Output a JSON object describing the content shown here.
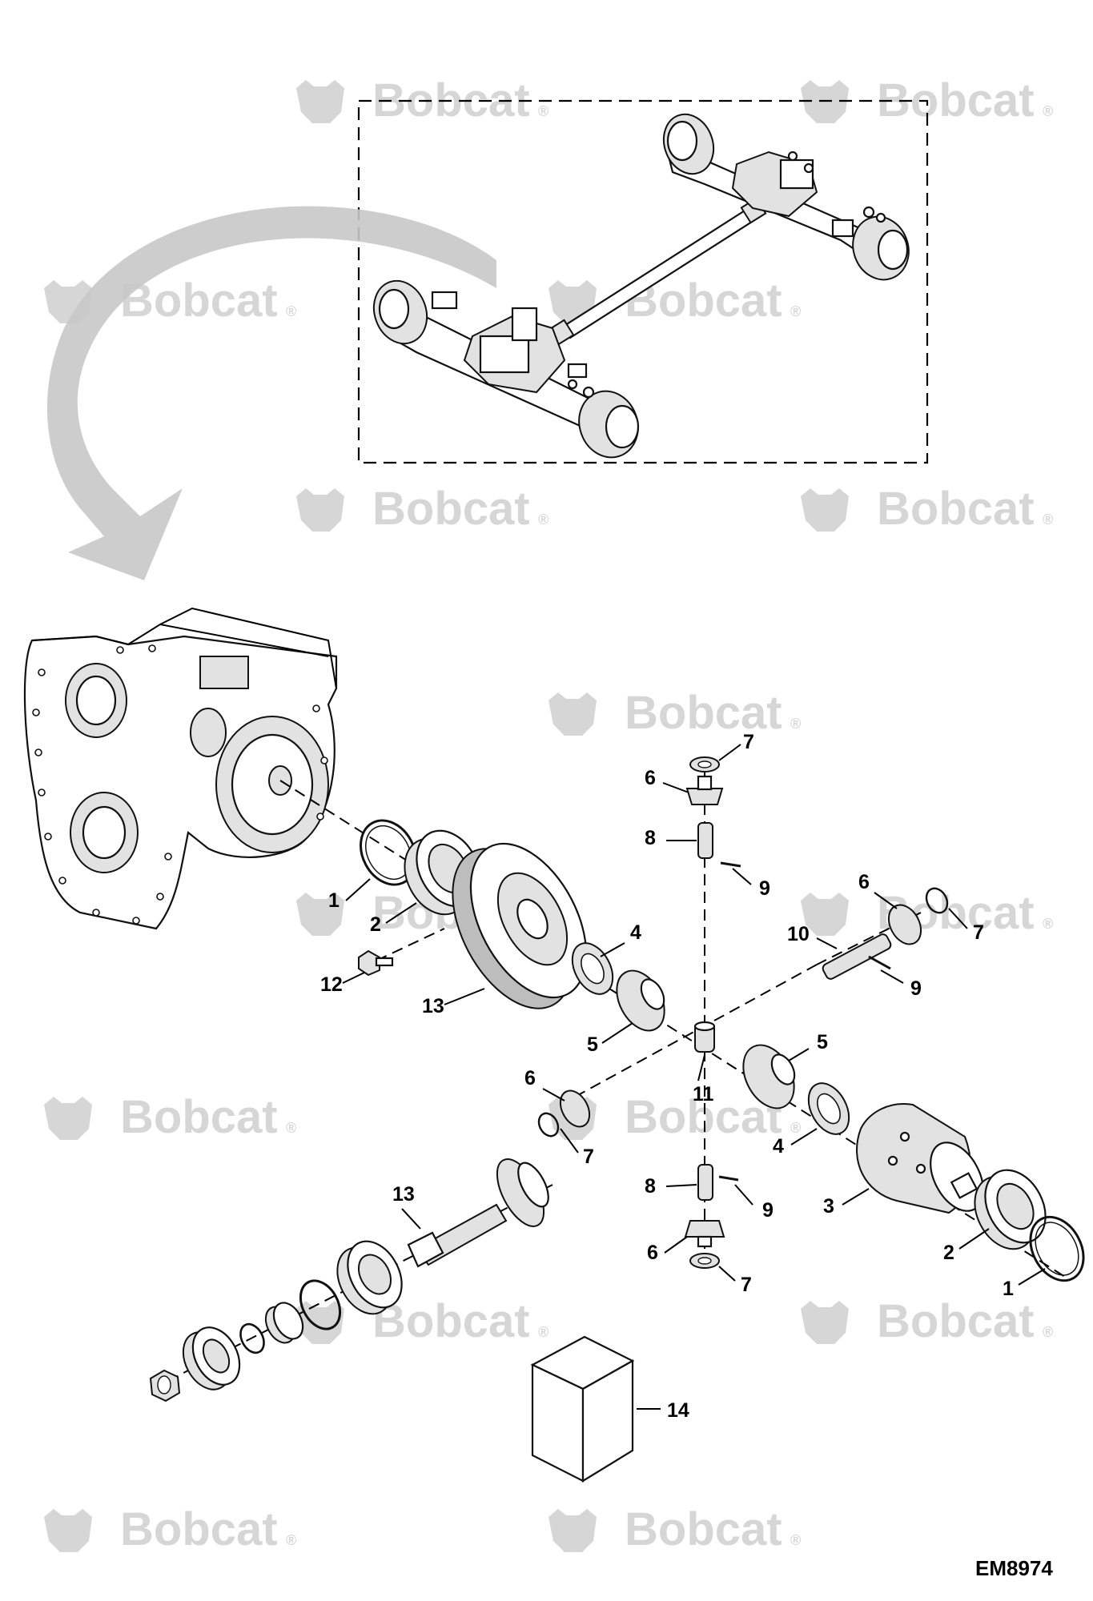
{
  "watermark": {
    "brand": "Bobcat",
    "mark": "®",
    "color": "#d6d6d6"
  },
  "figure_ref": "EM8974",
  "callouts": [
    {
      "id": "c1a",
      "label": "1"
    },
    {
      "id": "c2a",
      "label": "2"
    },
    {
      "id": "c12",
      "label": "12"
    },
    {
      "id": "c13a",
      "label": "13"
    },
    {
      "id": "c4a",
      "label": "4"
    },
    {
      "id": "c5a",
      "label": "5"
    },
    {
      "id": "c7a",
      "label": "7"
    },
    {
      "id": "c6a",
      "label": "6"
    },
    {
      "id": "c8a",
      "label": "8"
    },
    {
      "id": "c9a",
      "label": "9"
    },
    {
      "id": "c6b",
      "label": "6"
    },
    {
      "id": "c7b",
      "label": "7"
    },
    {
      "id": "c10",
      "label": "10"
    },
    {
      "id": "c9b",
      "label": "9"
    },
    {
      "id": "c5b",
      "label": "5"
    },
    {
      "id": "c11",
      "label": "11"
    },
    {
      "id": "c6c",
      "label": "6"
    },
    {
      "id": "c7c",
      "label": "7"
    },
    {
      "id": "c4b",
      "label": "4"
    },
    {
      "id": "c3",
      "label": "3"
    },
    {
      "id": "c8b",
      "label": "8"
    },
    {
      "id": "c9c",
      "label": "9"
    },
    {
      "id": "c6d",
      "label": "6"
    },
    {
      "id": "c7d",
      "label": "7"
    },
    {
      "id": "c2b",
      "label": "2"
    },
    {
      "id": "c1b",
      "label": "1"
    },
    {
      "id": "c13b",
      "label": "13"
    },
    {
      "id": "c14",
      "label": "14"
    }
  ]
}
